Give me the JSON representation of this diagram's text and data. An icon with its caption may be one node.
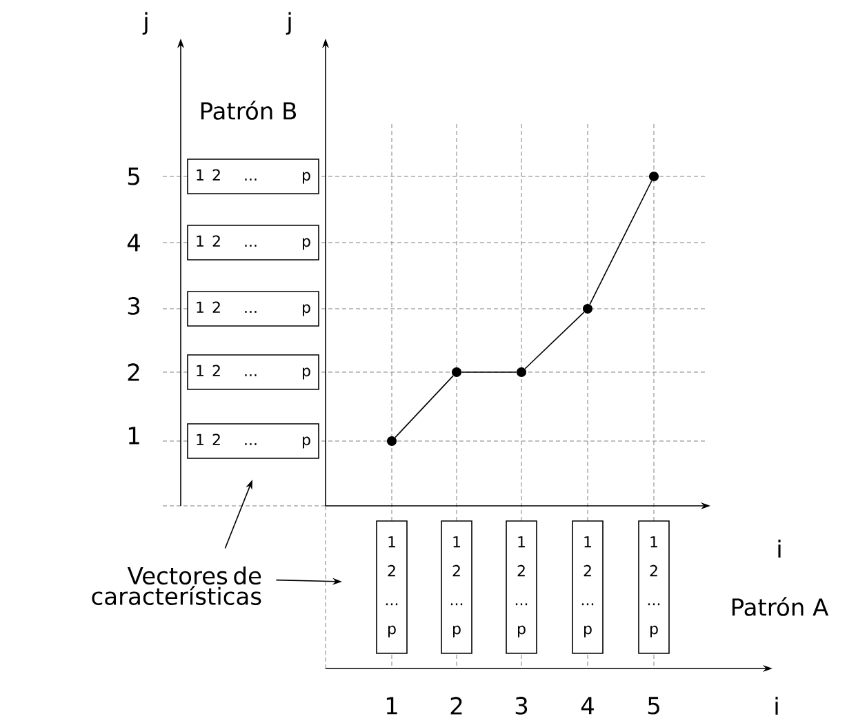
{
  "diagram": {
    "nodes": [
      {
        "text": [
          "1",
          "2",
          "...",
          "p"
        ]
      },
      {
        "text": [
          "1",
          "2",
          "...",
          "p"
        ]
      },
      {
        "text": [
          "1",
          "2",
          "...",
          "p"
        ]
      },
      {
        "text": [
          "1",
          "2",
          "...",
          "p"
        ]
      },
      {
        "text": [
          "1",
          "2",
          "...",
          "p"
        ]
      },
      {
        "text": [],
        "shape": "circle"
      },
      {
        "text": [],
        "shape": "circle"
      },
      {
        "text": [],
        "shape": "circle"
      },
      {
        "text": [],
        "shape": "circle"
      },
      {
        "text": [],
        "shape": "circle"
      },
      {
        "text": [
          "Vectores de características"
        ]
      },
      {
        "text": [
          "1",
          "2",
          "...",
          "p"
        ]
      },
      {
        "text": [
          "1",
          "2",
          "...",
          "p"
        ]
      },
      {
        "text": [
          "1",
          "2",
          "...",
          "p"
        ]
      },
      {
        "text": [
          "1",
          "2",
          "...",
          "p"
        ]
      },
      {
        "text": [
          "1",
          "2",
          "...",
          "p"
        ]
      }
    ],
    "edges": [
      {
        "from": 5,
        "to": 6,
        "arrow": "none"
      },
      {
        "from": 6,
        "to": 7,
        "arrow": "none"
      },
      {
        "from": 7,
        "to": 8,
        "arrow": "none"
      },
      {
        "from": 8,
        "to": 9,
        "arrow": "none"
      },
      {
        "from": 10,
        "to": null,
        "arrow": "to"
      },
      {
        "from": 10,
        "to": null,
        "arrow": "to"
      }
    ],
    "labels": [
      "j",
      "j",
      "Patrón B",
      "5",
      "4",
      "3",
      "2",
      "1",
      "i",
      "Patrón A",
      "1",
      "2",
      "3",
      "4",
      "5",
      "i"
    ]
  }
}
